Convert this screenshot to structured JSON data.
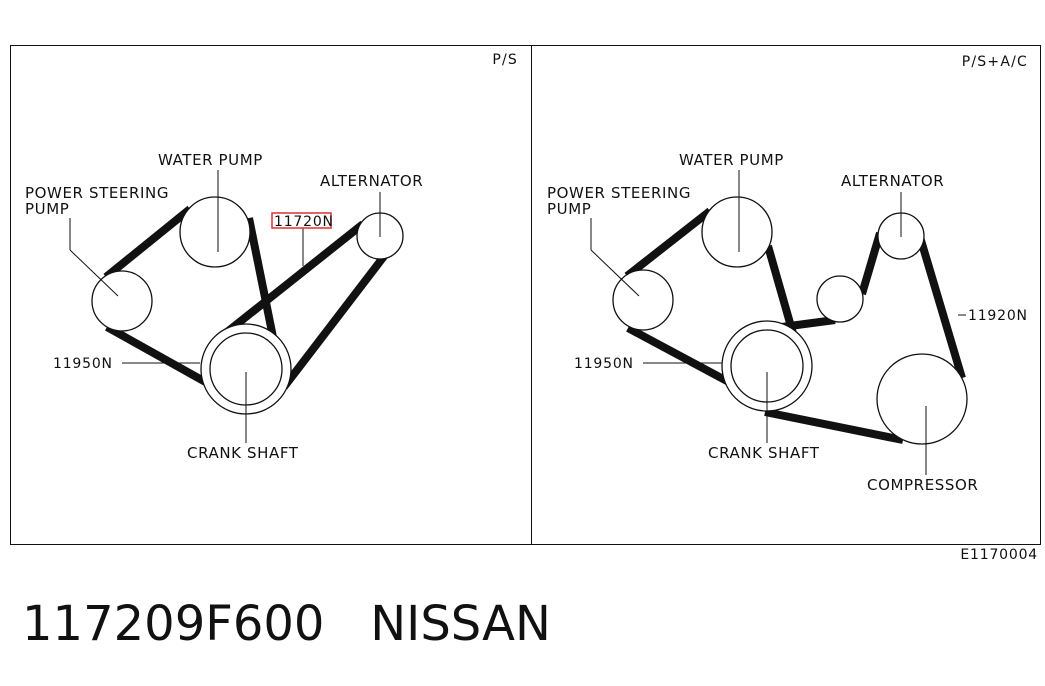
{
  "panels": [
    {
      "header": "P/S",
      "labels": {
        "water_pump": "WATER PUMP",
        "power_steering_line1": "POWER STEERING",
        "power_steering_line2": "PUMP",
        "alternator": "ALTERNATOR",
        "belt_highlighted": "11720N",
        "belt_left": "11950N",
        "crank_shaft": "CRANK SHAFT"
      }
    },
    {
      "header": "P/S+A/C",
      "labels": {
        "water_pump": "WATER PUMP",
        "power_steering_line1": "POWER STEERING",
        "power_steering_line2": "PUMP",
        "alternator": "ALTERNATOR",
        "belt_right": "11920N",
        "belt_left": "11950N",
        "crank_shaft": "CRANK SHAFT",
        "compressor": "COMPRESSOR"
      }
    }
  ],
  "figure_code": "E1170004",
  "part_number": "117209F600",
  "brand": "NISSAN",
  "colors": {
    "ink": "#111111",
    "highlight": "#e03030"
  }
}
